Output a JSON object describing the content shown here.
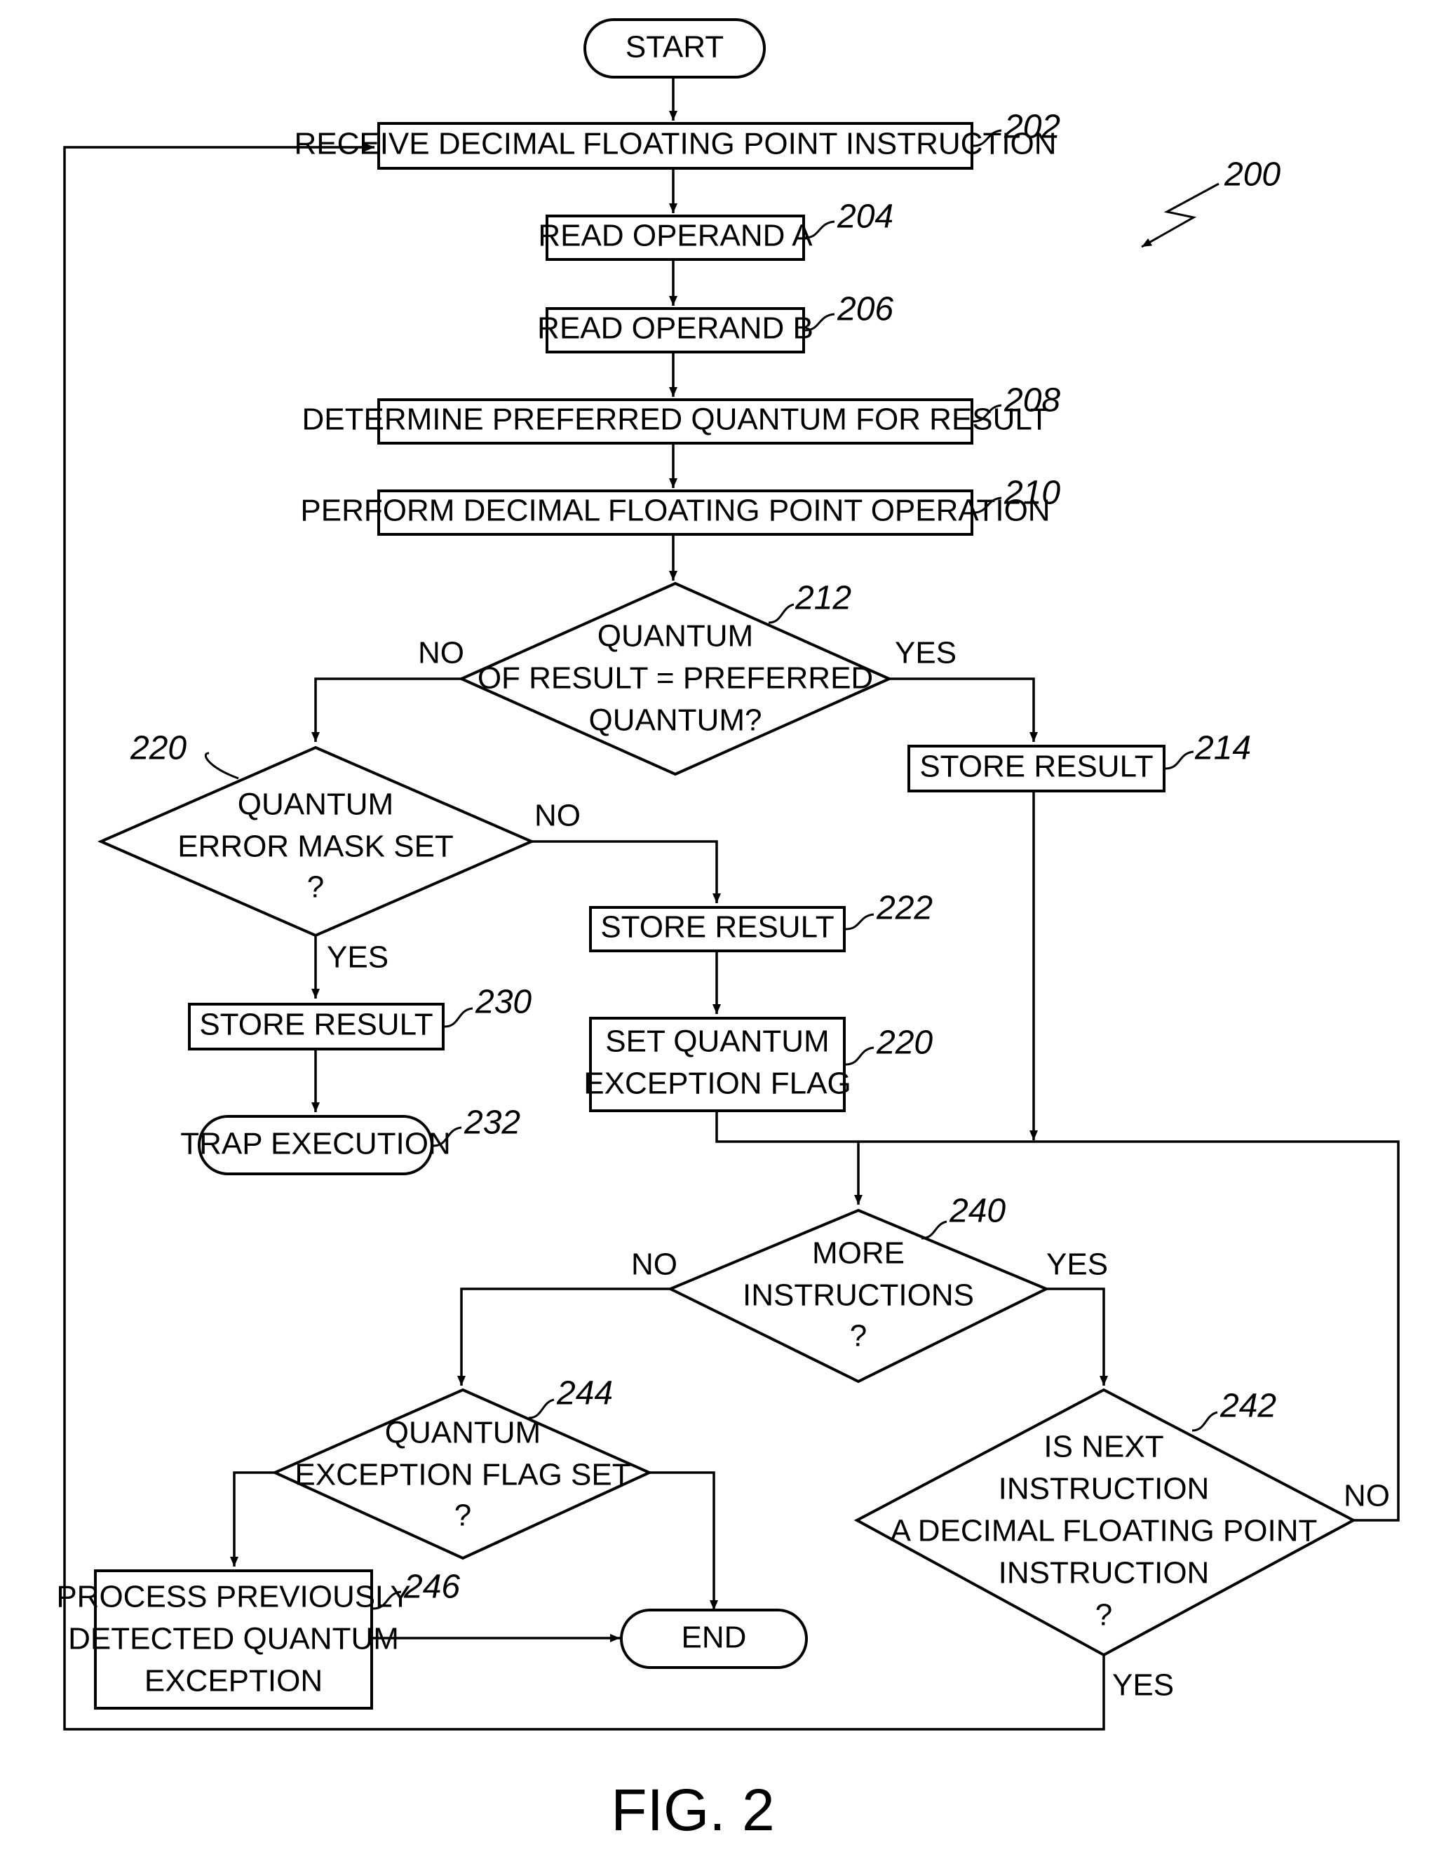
{
  "figure": {
    "label": "FIG. 2",
    "ref": "200"
  },
  "nodes": {
    "start": {
      "text": [
        "START"
      ]
    },
    "n202": {
      "text": [
        "RECEIVE DECIMAL FLOATING POINT INSTRUCTION"
      ],
      "ref": "202"
    },
    "n204": {
      "text": [
        "READ OPERAND A"
      ],
      "ref": "204"
    },
    "n206": {
      "text": [
        "READ OPERAND B"
      ],
      "ref": "206"
    },
    "n208": {
      "text": [
        "DETERMINE PREFERRED QUANTUM FOR RESULT"
      ],
      "ref": "208"
    },
    "n210": {
      "text": [
        "PERFORM DECIMAL FLOATING POINT OPERATION"
      ],
      "ref": "210"
    },
    "d212": {
      "text": [
        "QUANTUM",
        "OF RESULT = PREFERRED",
        "QUANTUM?"
      ],
      "ref": "212"
    },
    "n214": {
      "text": [
        "STORE RESULT"
      ],
      "ref": "214"
    },
    "d220": {
      "text": [
        "QUANTUM",
        "ERROR MASK SET",
        "?"
      ],
      "ref": "220"
    },
    "n222": {
      "text": [
        "STORE RESULT"
      ],
      "ref": "222"
    },
    "n220b": {
      "text": [
        "SET QUANTUM",
        "EXCEPTION FLAG"
      ],
      "ref": "220"
    },
    "n230": {
      "text": [
        "STORE RESULT"
      ],
      "ref": "230"
    },
    "n232": {
      "text": [
        "TRAP EXECUTION"
      ],
      "ref": "232"
    },
    "d240": {
      "text": [
        "MORE",
        "INSTRUCTIONS",
        "?"
      ],
      "ref": "240"
    },
    "d242": {
      "text": [
        "IS NEXT",
        "INSTRUCTION",
        "A DECIMAL FLOATING POINT",
        "INSTRUCTION",
        "?"
      ],
      "ref": "242"
    },
    "d244": {
      "text": [
        "QUANTUM",
        "EXCEPTION FLAG SET",
        "?"
      ],
      "ref": "244"
    },
    "n246": {
      "text": [
        "PROCESS PREVIOUSLY",
        "DETECTED QUANTUM",
        "EXCEPTION"
      ],
      "ref": "246"
    },
    "end": {
      "text": [
        "END"
      ]
    }
  },
  "labels": {
    "d212_no": "NO",
    "d212_yes": "YES",
    "d220_no": "NO",
    "d220_yes": "YES",
    "d240_no": "NO",
    "d240_yes": "YES",
    "d242_no": "NO",
    "d242_yes": "YES"
  }
}
